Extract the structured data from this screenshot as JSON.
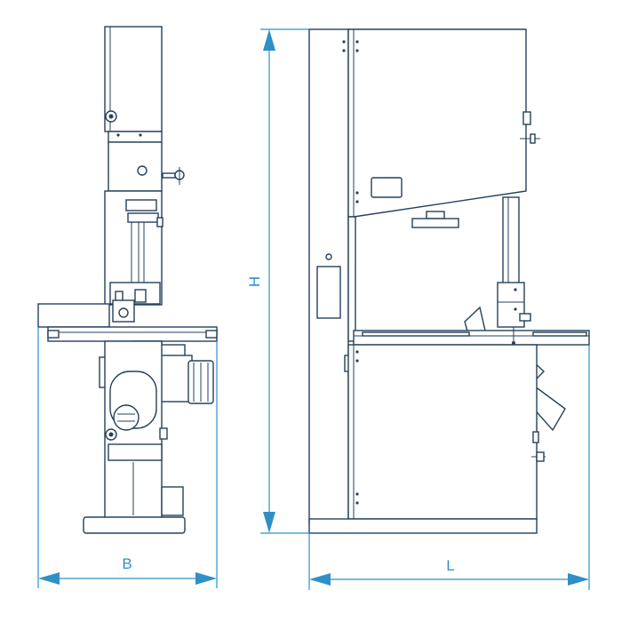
{
  "dimensions": {
    "width_label": "B",
    "length_label": "L",
    "height_label": "H"
  },
  "colors": {
    "machine_line": "#25405a",
    "dimension_line": "#2f8fc7"
  }
}
